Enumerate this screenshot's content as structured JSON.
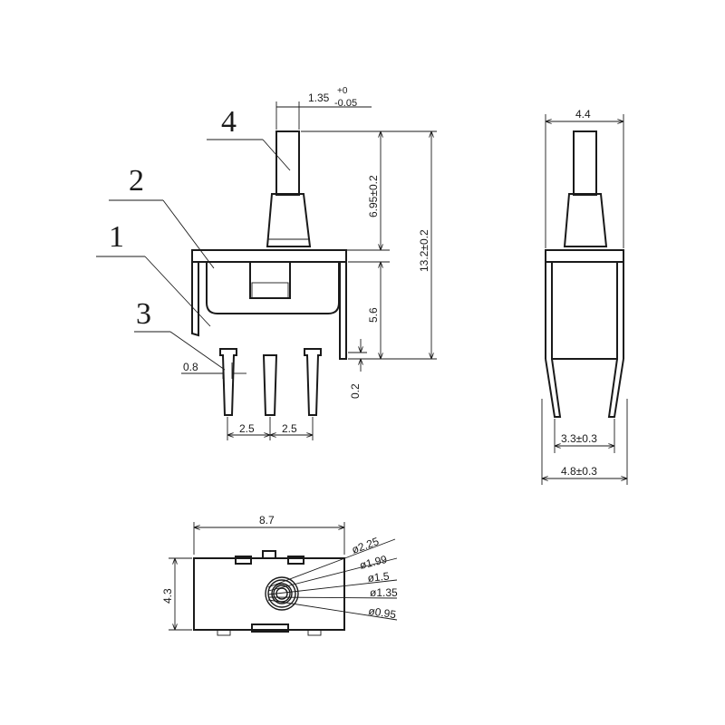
{
  "callouts": {
    "c1": "1",
    "c2": "2",
    "c3": "3",
    "c4": "4"
  },
  "front_view": {
    "dim_shaft_width": "1.35",
    "dim_shaft_width_tol_upper": "+0",
    "dim_shaft_width_tol_lower": "-0.05",
    "dim_shaft_length": "6.95±0.2",
    "dim_total_height": "13.2±0.2",
    "dim_body_height": "5.6",
    "dim_standoff": "0.2",
    "dim_pin_width": "0.8",
    "dim_pitch_left": "2.5",
    "dim_pitch_right": "2.5"
  },
  "side_view": {
    "dim_width": "4.4",
    "dim_leg_inner": "3.3±0.3",
    "dim_leg_outer": "4.8±0.3"
  },
  "top_view": {
    "dim_length": "8.7",
    "dim_width": "4.3",
    "dia_1": "ø2.25",
    "dia_2": "ø1.99",
    "dia_3": "ø1.5",
    "dia_4": "ø1.35",
    "dia_5": "ø0.95"
  }
}
